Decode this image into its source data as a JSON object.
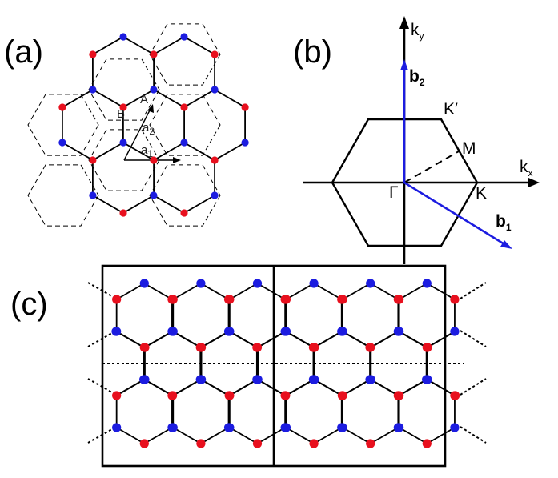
{
  "panel_labels": {
    "a": "(a)",
    "b": "(b)",
    "c": "(c)"
  },
  "panel_a": {
    "site_a_label": "A",
    "site_b_label": "B",
    "vec_a1": {
      "base": "a",
      "sub": "1"
    },
    "vec_a2": {
      "base": "a",
      "sub": "2"
    }
  },
  "panel_b": {
    "axis_kx": {
      "base": "k",
      "sub": "x"
    },
    "axis_ky": {
      "base": "k",
      "sub": "y"
    },
    "vec_b1": {
      "base": "b",
      "sub": "1"
    },
    "vec_b2": {
      "base": "b",
      "sub": "2"
    },
    "point_gamma": "Γ",
    "point_k": "K",
    "point_k_prime": "K′",
    "point_m": "M"
  },
  "colors": {
    "sublattice_a": "#e8101e",
    "sublattice_b": "#1c1ce0",
    "reciprocal_vector": "#1c1ce0",
    "line": "#000000"
  }
}
